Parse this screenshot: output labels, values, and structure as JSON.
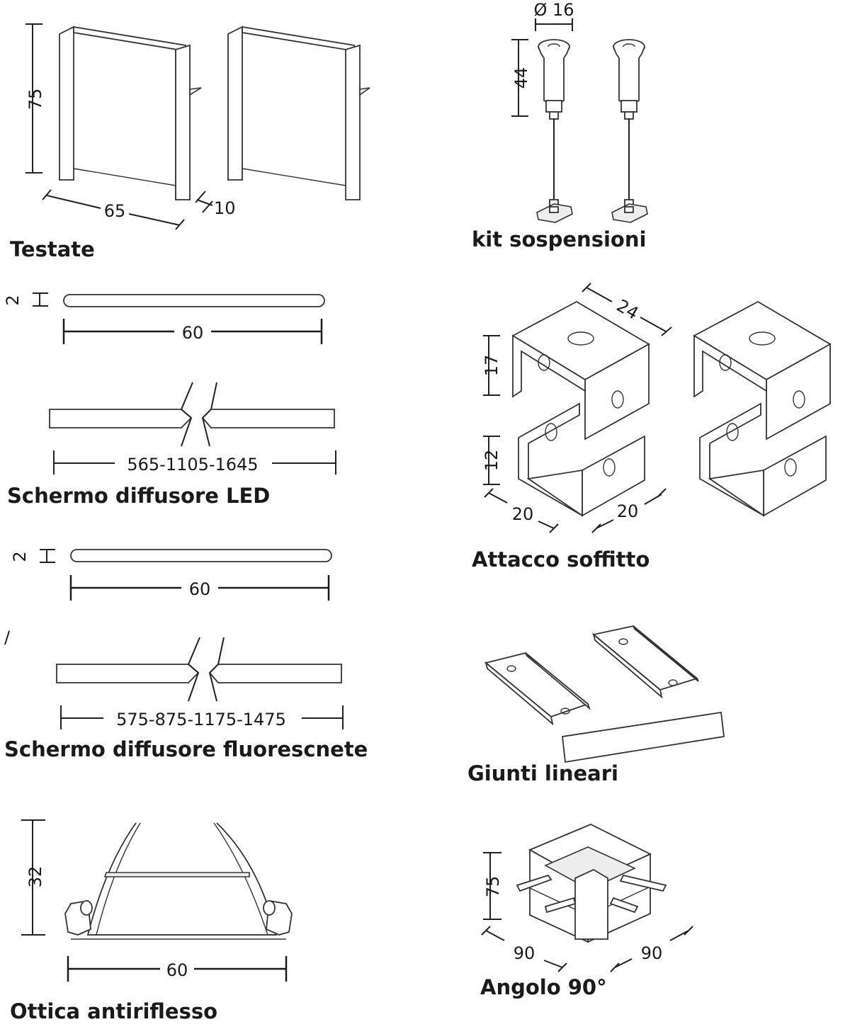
{
  "sections": {
    "testate": {
      "title": "Testate",
      "dim_height": "75",
      "dim_width": "65",
      "dim_depth": "10"
    },
    "kit_sospensioni": {
      "title": "kit sospensioni",
      "dim_diameter": "Ø 16",
      "dim_height": "44"
    },
    "schermo_led": {
      "title": "Schermo diffusore LED",
      "dim_thickness": "2",
      "dim_width": "60",
      "dim_lengths": "565-1105-1645"
    },
    "attacco_soffitto": {
      "title": "Attacco soffitto",
      "dim_depth": "24",
      "dim_upper": "17",
      "dim_lower": "12",
      "dim_left": "20",
      "dim_right": "20"
    },
    "schermo_fluo": {
      "title": "Schermo diffusore fluorescnete",
      "dim_thickness": "2",
      "dim_width": "60",
      "dim_lengths": "575-875-1175-1475",
      "marker": "/"
    },
    "giunti_lineari": {
      "title": "Giunti lineari"
    },
    "ottica": {
      "title": "Ottica antiriflesso",
      "dim_height": "32",
      "dim_width": "60"
    },
    "angolo": {
      "title": "Angolo 90°",
      "dim_height": "75",
      "dim_left": "90",
      "dim_right": "90"
    }
  }
}
